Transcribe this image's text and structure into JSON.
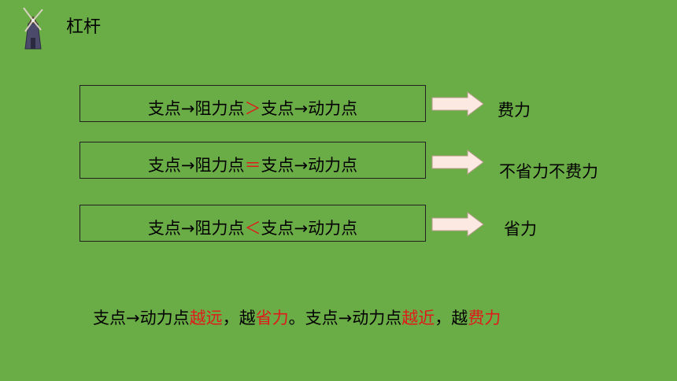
{
  "title": "杠杆",
  "rows": [
    {
      "left": "支点→阻力点",
      "op": "＞",
      "right": "支点→动力点",
      "result": "费力"
    },
    {
      "left": "支点→阻力点",
      "op": "＝",
      "right": "支点→动力点",
      "result": "不省力不费力"
    },
    {
      "left": "支点→阻力点",
      "op": "＜",
      "right": "支点→动力点",
      "result": "省力"
    }
  ],
  "conclusion": {
    "p1": "支点→动力点",
    "p2": "越远",
    "p3": "，越",
    "p4": "省力",
    "p5": "。支点→动力点",
    "p6": "越近",
    "p7": "，越",
    "p8": "费力"
  },
  "colors": {
    "background": "#6aad47",
    "emphasis": "#e01a1a",
    "arrow_fill": "#fce9e1"
  }
}
